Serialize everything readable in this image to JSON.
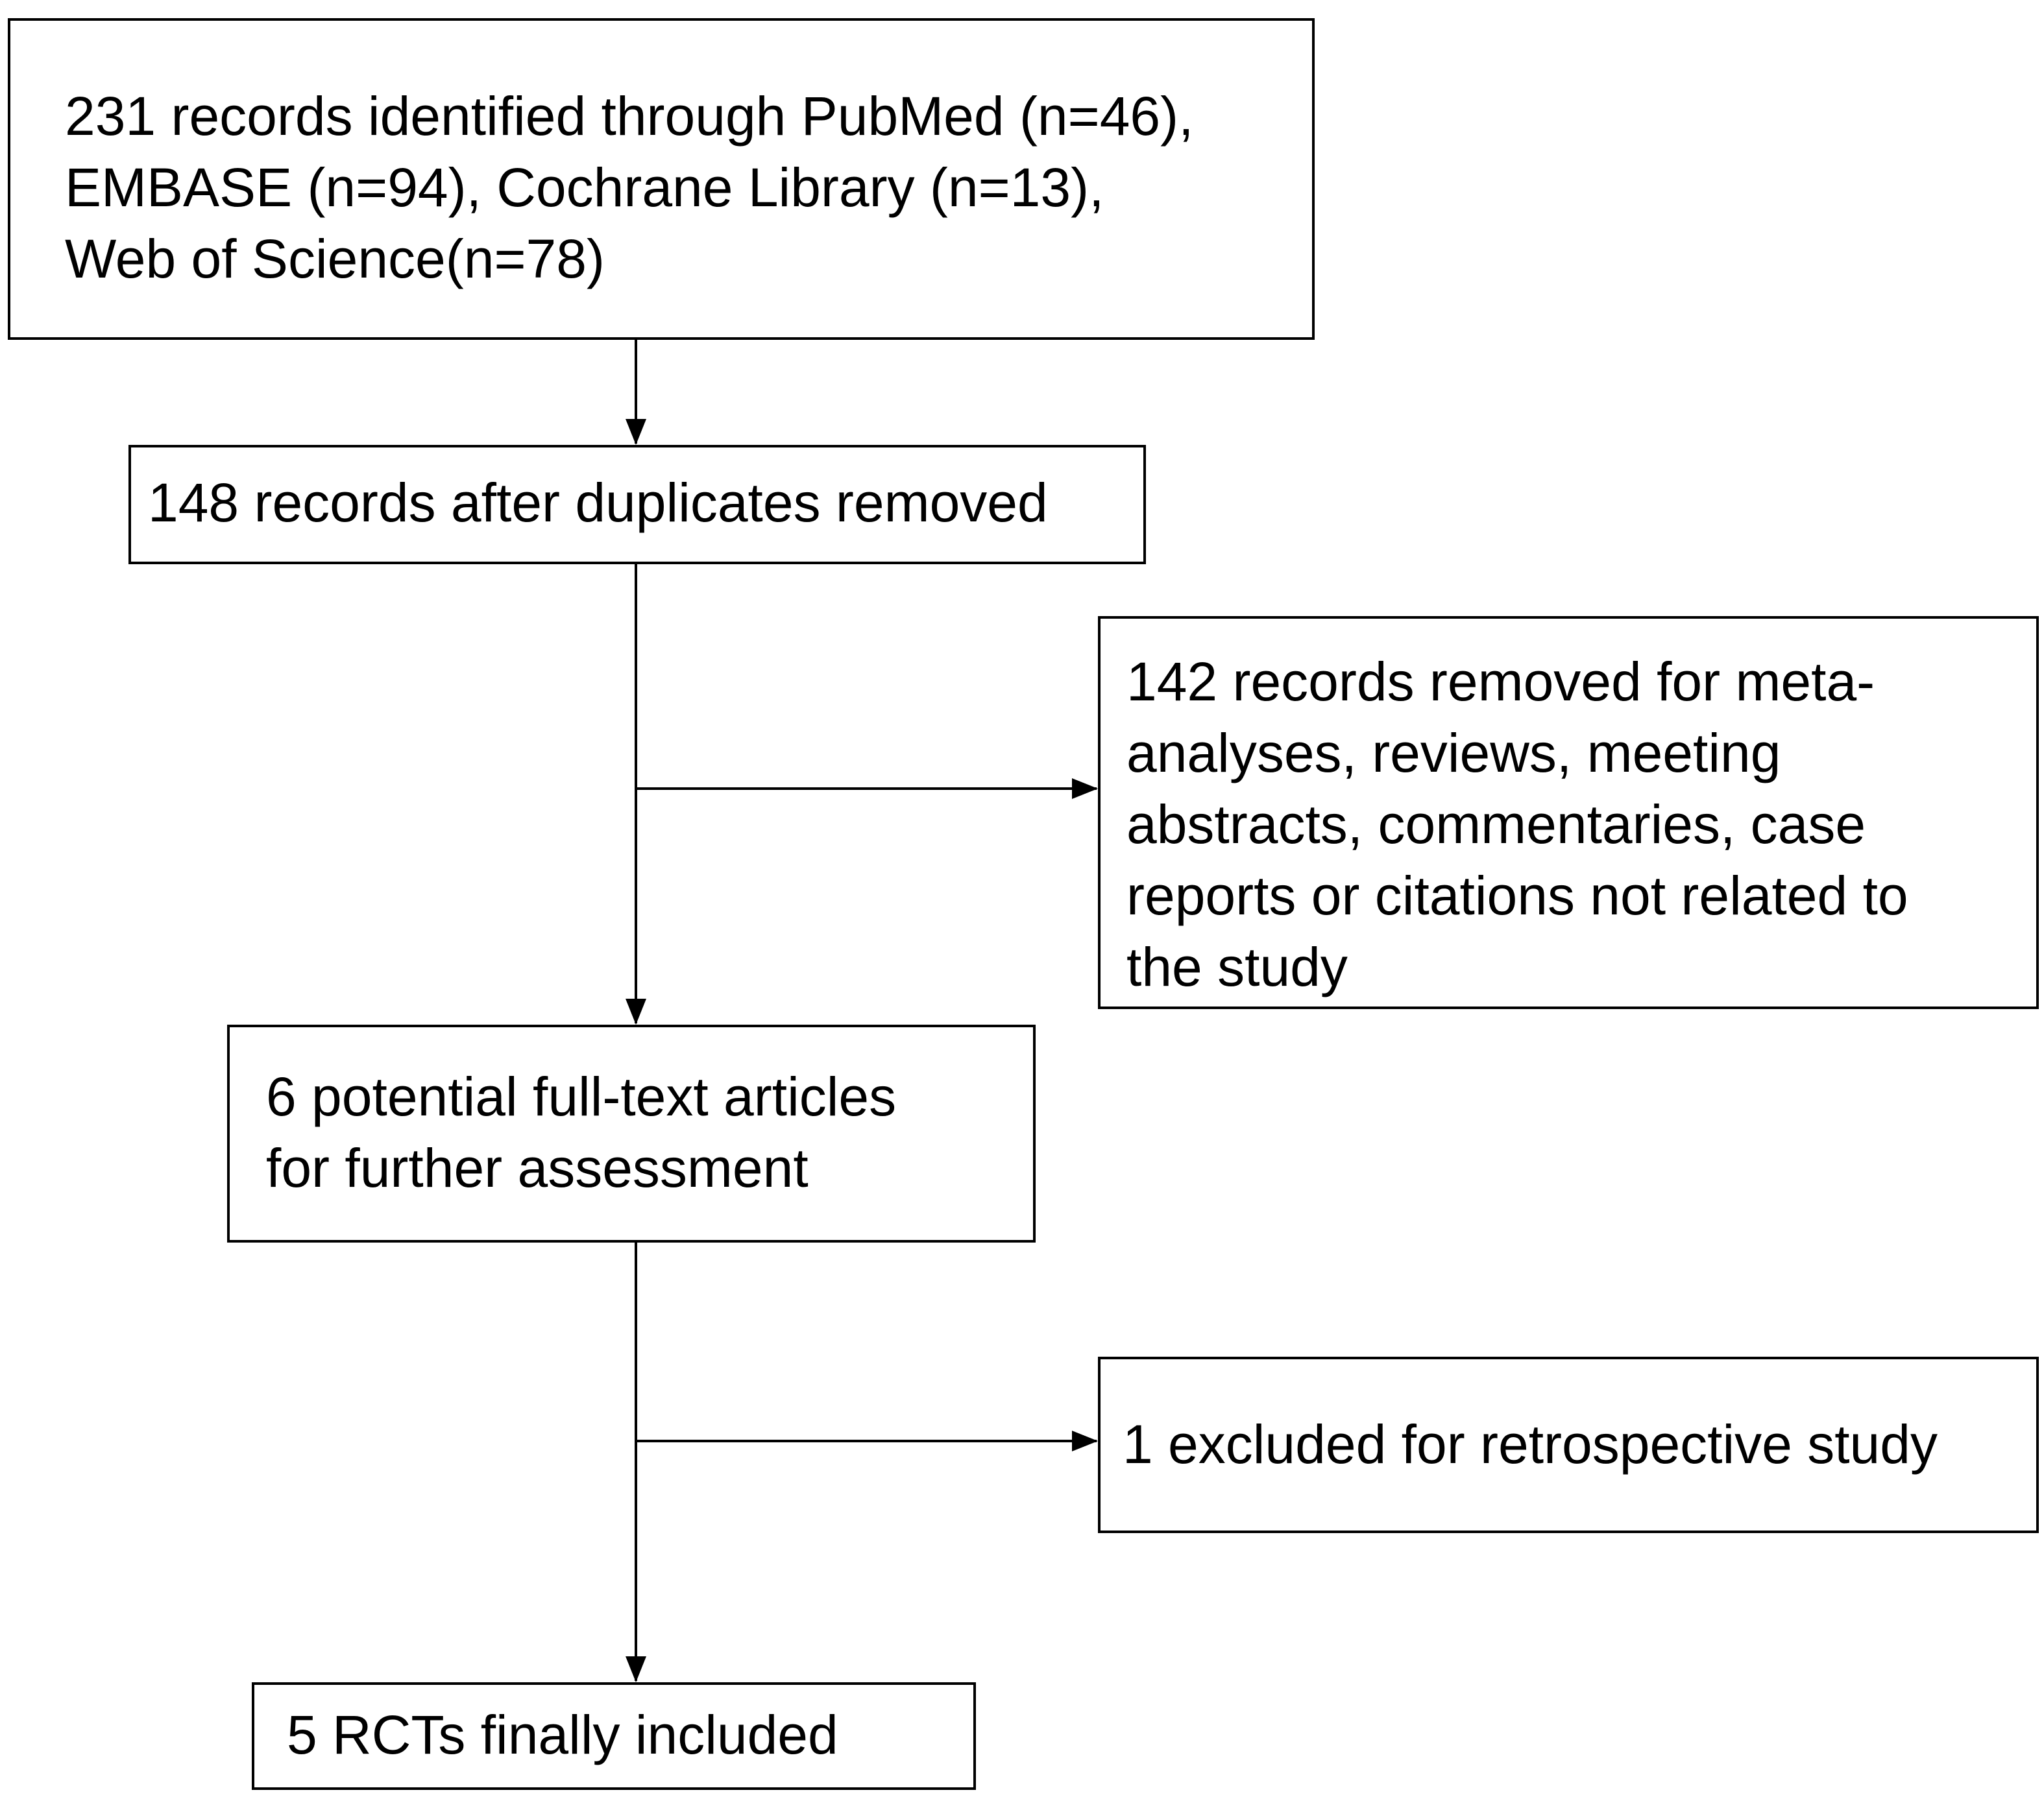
{
  "flowchart": {
    "identified": {
      "lines": [
        "231 records identified through PubMed (n=46),",
        "EMBASE (n=94), Cochrane Library (n=13),",
        "Web of Science(n=78)"
      ]
    },
    "dedup": {
      "lines": [
        "148 records after duplicates removed"
      ]
    },
    "removed": {
      "lines": [
        "142 records removed for meta-",
        "analyses, reviews, meeting",
        "abstracts, commentaries, case",
        "reports or citations not related to",
        "the study"
      ]
    },
    "fulltext": {
      "lines": [
        "6 potential full-text articles",
        "for further assessment"
      ]
    },
    "excluded": {
      "lines": [
        "1 excluded for retrospective study"
      ]
    },
    "included": {
      "lines": [
        "5 RCTs finally included"
      ]
    }
  },
  "colors": {
    "line": "#000000",
    "background": "#ffffff"
  }
}
